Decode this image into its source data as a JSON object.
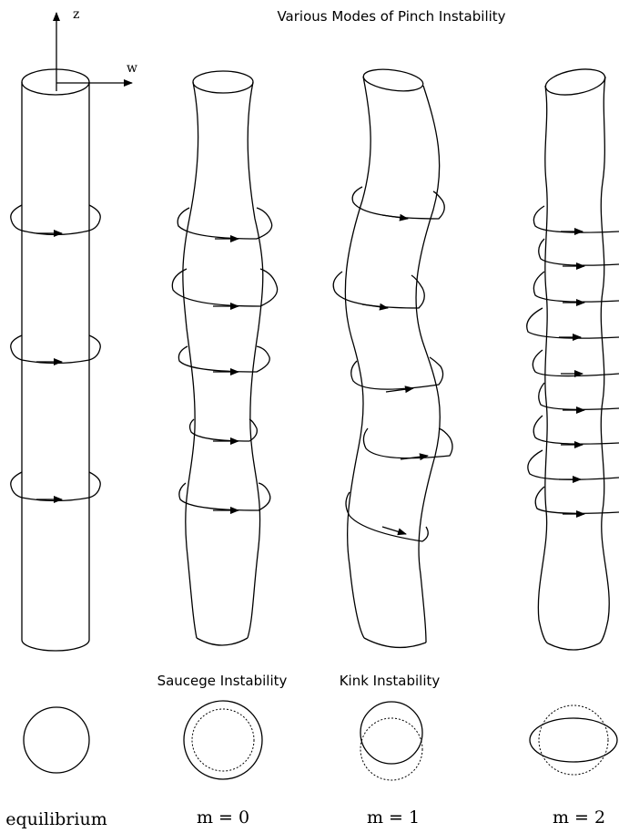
{
  "title": "Various Modes of Pinch Instability",
  "axes": {
    "z_label": "z",
    "w_label": "w"
  },
  "subtitles": {
    "sausage": "Saucege Instability",
    "kink": "Kink Instability"
  },
  "captions": {
    "equilibrium": "equilibrium",
    "m0": "m = 0",
    "m1": "m = 1",
    "m2": "m = 2"
  }
}
